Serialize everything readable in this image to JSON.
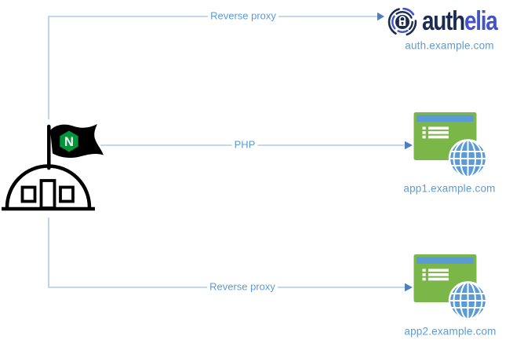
{
  "diagram": {
    "type": "network-architecture",
    "description": "NGINX reverse proxy routing to Authelia and two web applications"
  },
  "nodes": {
    "nginx": {
      "icon": "nginx-flag-building-icon",
      "flag_letter": "N"
    },
    "authelia": {
      "icon": "authelia-lock-logo-icon",
      "name_dark": "auth",
      "name_light": "elia",
      "domain": "auth.example.com"
    },
    "app1": {
      "icon": "web-application-globe-icon",
      "domain": "app1.example.com"
    },
    "app2": {
      "icon": "web-application-globe-icon",
      "domain": "app2.example.com"
    }
  },
  "connections": [
    {
      "from": "nginx",
      "to": "authelia",
      "label": "Reverse proxy"
    },
    {
      "from": "nginx",
      "to": "app1",
      "label": "PHP"
    },
    {
      "from": "nginx",
      "to": "app2",
      "label": "Reverse proxy"
    }
  ],
  "colors": {
    "connector_line": "#AECBE8",
    "arrowhead": "#4E7EC2",
    "label_text": "#5B9BD5",
    "domain_text": "#5B9BD5",
    "app_green": "#7AB648",
    "app_blue": "#5B9BD5",
    "authelia_navy": "#1C2B52",
    "authelia_indigo": "#4353C8",
    "nginx_green": "#009639",
    "outline_black": "#000000",
    "background": "#FFFFFF"
  }
}
